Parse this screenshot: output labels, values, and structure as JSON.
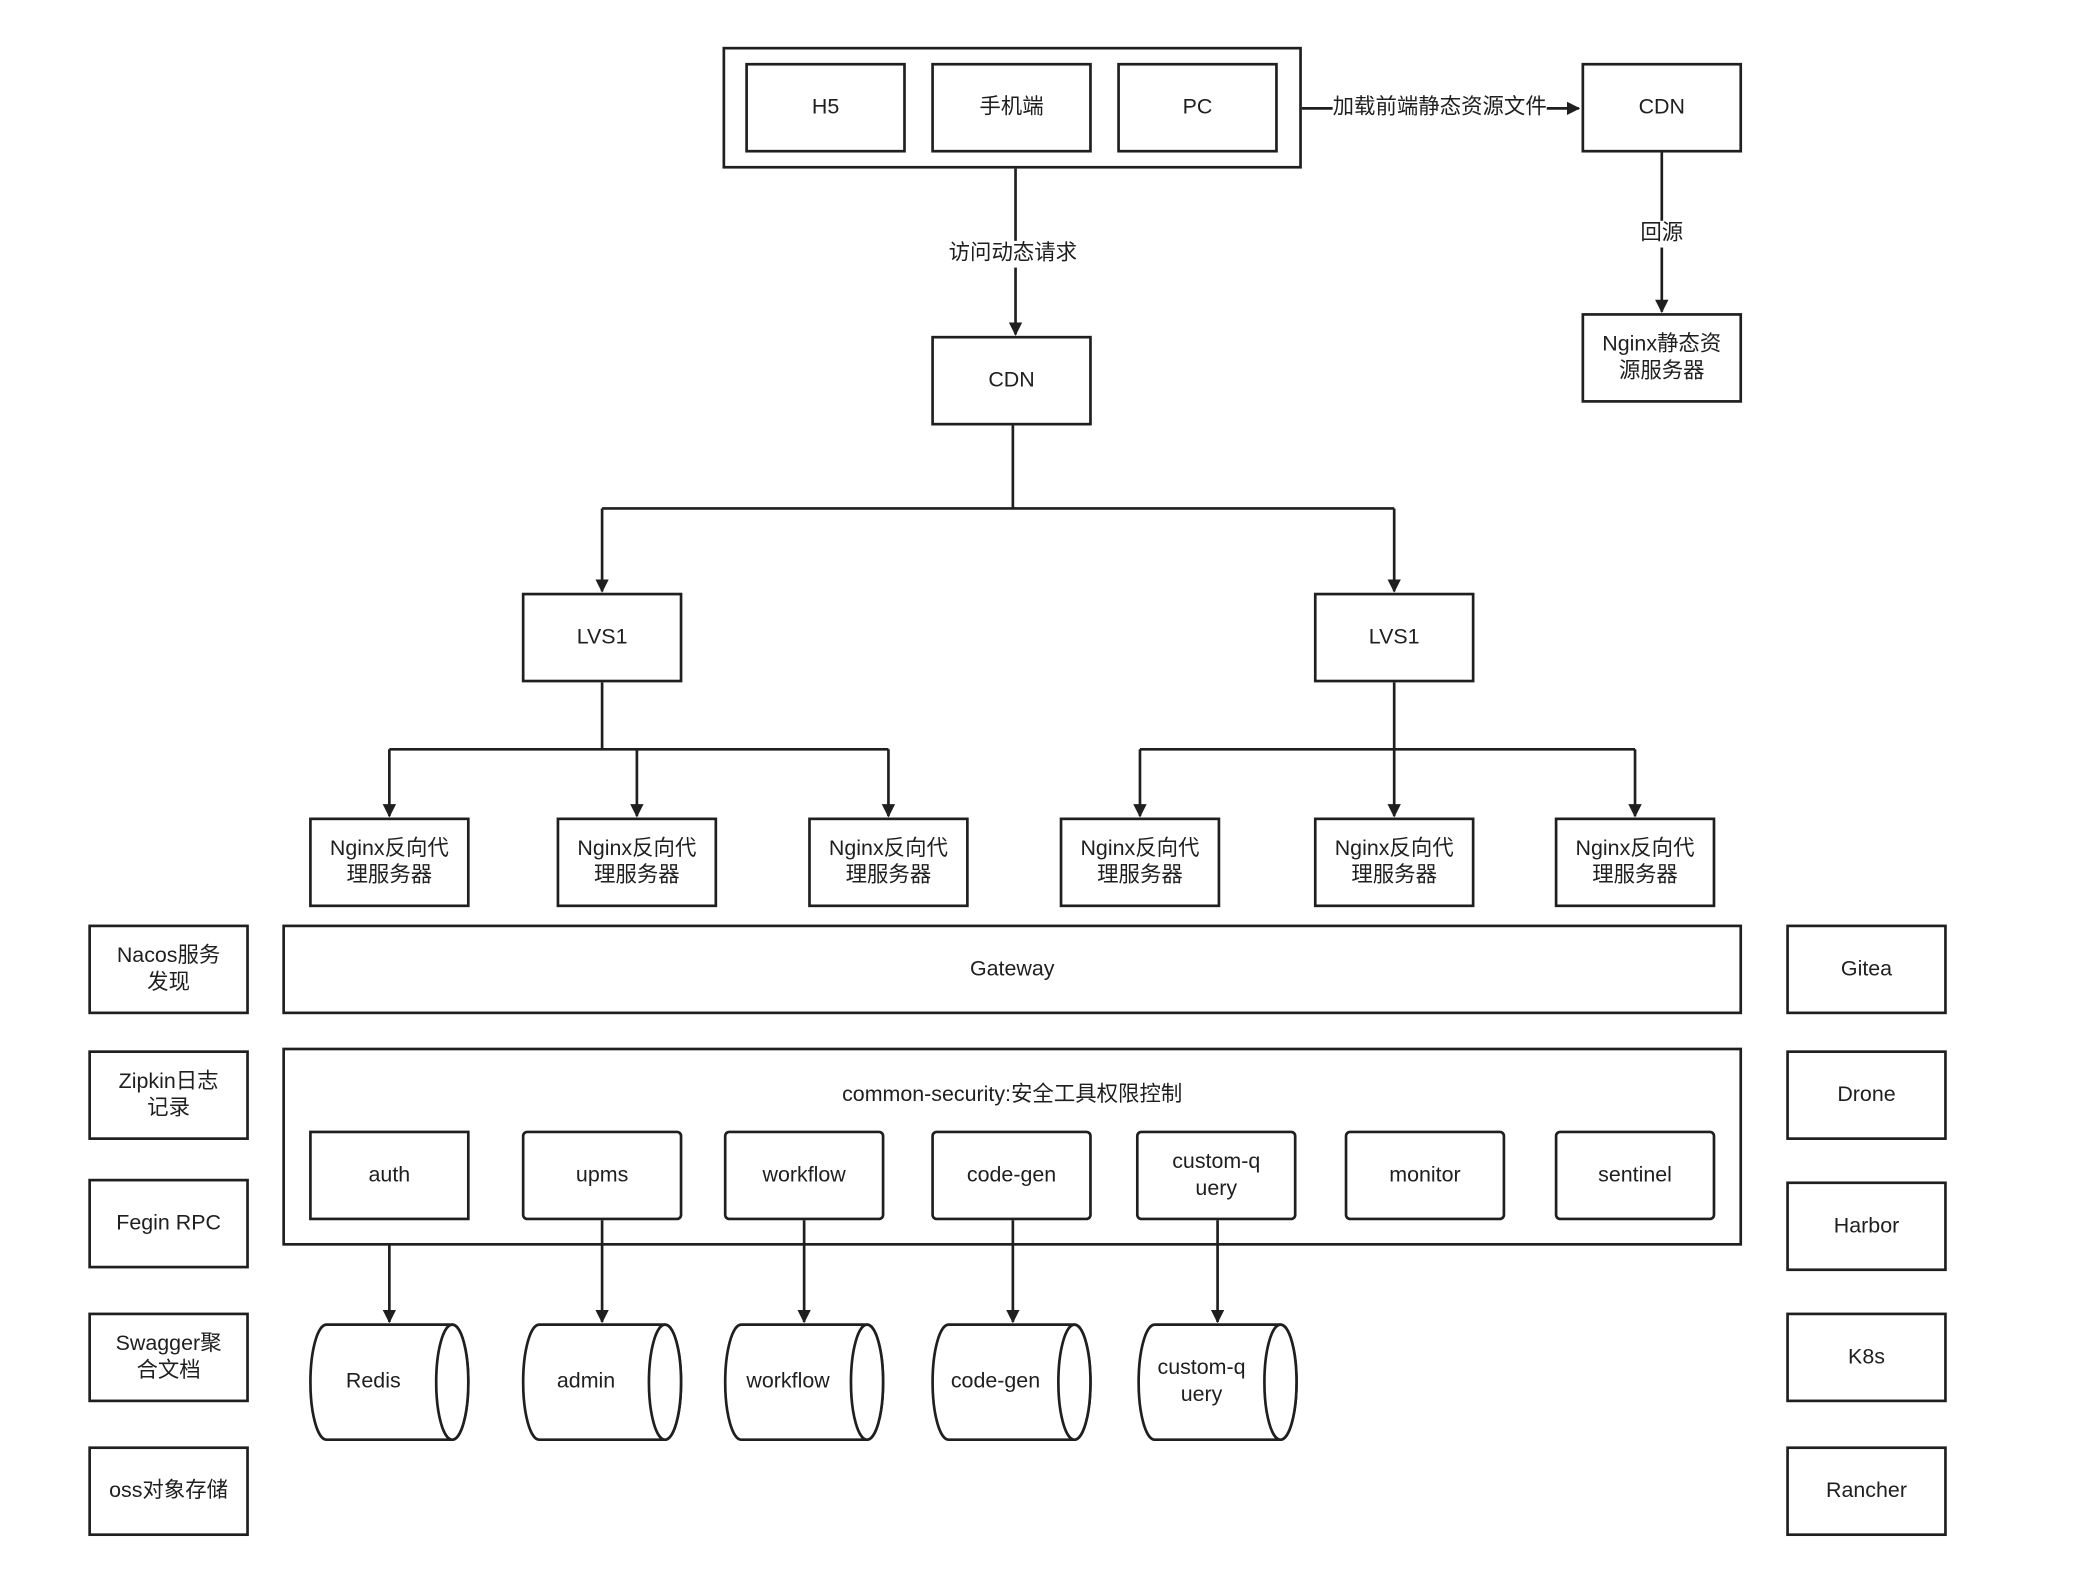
{
  "clients": {
    "h5": "H5",
    "mobile": "手机端",
    "pc": "PC"
  },
  "cdn_static": "CDN",
  "edge_static_load": "加载前端静态资源文件",
  "edge_origin": "回源",
  "nginx_static": "Nginx静态资源服务器",
  "edge_dynamic": "访问动态请求",
  "cdn_dynamic": "CDN",
  "lvs_left": "LVS1",
  "lvs_right": "LVS1",
  "nginx_proxy": [
    "Nginx反向代理服务器",
    "Nginx反向代理服务器",
    "Nginx反向代理服务器",
    "Nginx反向代理服务器",
    "Nginx反向代理服务器",
    "Nginx反向代理服务器"
  ],
  "gateway": "Gateway",
  "security": {
    "title": "common-security:安全工具权限控制",
    "modules": [
      "auth",
      "upms",
      "workflow",
      "code-gen",
      "custom-query",
      "monitor",
      "sentinel"
    ]
  },
  "databases": [
    "Redis",
    "admin",
    "workflow",
    "code-gen",
    "custom-query"
  ],
  "left_side": [
    "Nacos服务发现",
    "Zipkin日志记录",
    "Fegin RPC",
    "Swagger聚合文档",
    "oss对象存储"
  ],
  "right_side": [
    "Gitea",
    "Drone",
    "Harbor",
    "K8s",
    "Rancher"
  ]
}
